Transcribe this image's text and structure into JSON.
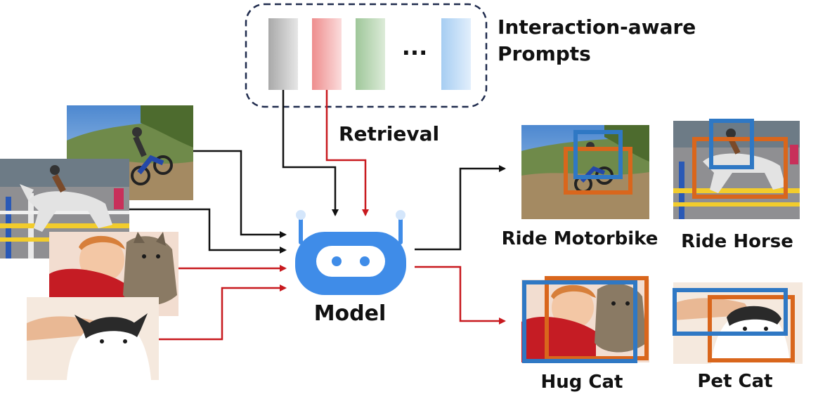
{
  "prompts": {
    "label_line1": "Interaction-aware",
    "label_line2": "Prompts",
    "ellipsis": "···",
    "bar_colors": [
      "#bdbdbd",
      "#f4a8a8",
      "#b9d6b3",
      "#b9d7f3"
    ]
  },
  "retrieval": {
    "label": "Retrieval"
  },
  "model": {
    "label": "Model",
    "color": "#3f8ce8"
  },
  "colors": {
    "arrow_black": "#111111",
    "arrow_red": "#c8191e",
    "box_blue": "#2f78c4",
    "box_orange": "#d9661c",
    "dash": "#1f2b4d"
  },
  "outputs": [
    {
      "label": "Ride Motorbike"
    },
    {
      "label": "Ride Horse"
    },
    {
      "label": "Hug Cat"
    },
    {
      "label": "Pet Cat"
    }
  ]
}
